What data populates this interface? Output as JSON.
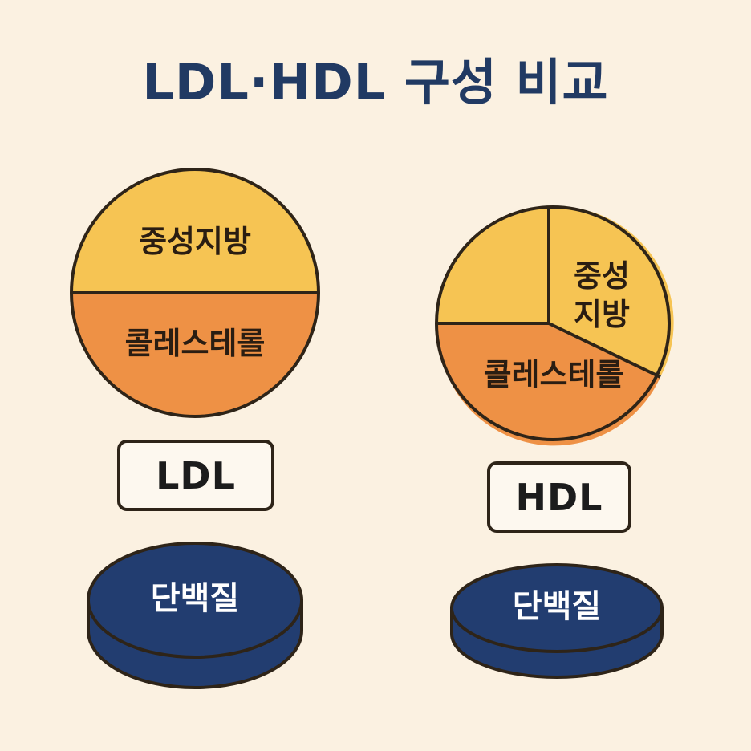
{
  "title": "LDL·HDL 구성 비교",
  "ldl": {
    "label": "LDL",
    "segments": {
      "triglyceride": "중성지방",
      "cholesterol": "콜레스테롤"
    },
    "protein": "단백질"
  },
  "hdl": {
    "label": "HDL",
    "segments": {
      "triglyceride_line1": "중성",
      "triglyceride_line2": "지방",
      "cholesterol": "콜레스테롤"
    },
    "protein": "단백질"
  },
  "colors": {
    "background": "#fbf1e1",
    "title": "#213a63",
    "triglyceride": "#f6c453",
    "cholesterol": "#ee9145",
    "protein": "#223d70",
    "outline": "#2e2418"
  }
}
